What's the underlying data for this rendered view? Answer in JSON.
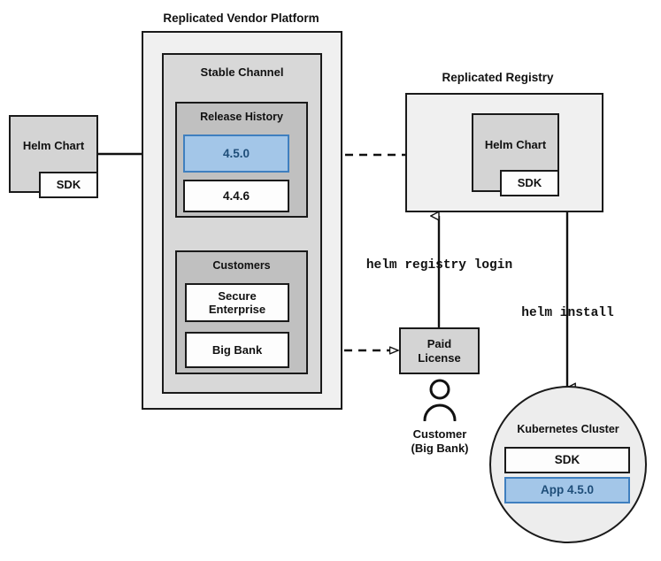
{
  "diagram": {
    "title_platform": "Replicated Vendor Platform",
    "title_registry": "Replicated Registry",
    "nodes": {
      "source_helm_chart": "Helm Chart",
      "source_sdk": "SDK",
      "stable_channel": "Stable Channel",
      "release_history": "Release History",
      "release_current": "4.5.0",
      "release_previous": "4.4.6",
      "customers": "Customers",
      "customer_secure_enterprise": "Secure\nEnterprise",
      "customer_big_bank": "Big Bank",
      "registry_helm_chart": "Helm Chart",
      "registry_sdk": "SDK",
      "paid_license": "Paid\nLicense",
      "customer_caption": "Customer\n(Big Bank)",
      "kubernetes_cluster": "Kubernetes Cluster",
      "cluster_sdk": "SDK",
      "cluster_app": "App 4.5.0"
    },
    "edge_labels": {
      "helm_registry_login": "helm registry login",
      "helm_install": "helm install"
    },
    "icons": {
      "customer": "person-icon"
    },
    "colors": {
      "accent_blue_fill": "#a3c6e8",
      "accent_blue_border": "#3f7fbf",
      "accent_blue_text": "#1f4e79",
      "panel_light": "#f0f0f0",
      "panel_mid": "#d8d8d8",
      "panel_dark": "#c0c0c0",
      "node_grey": "#d4d4d4",
      "stroke": "#1a1a1a"
    }
  }
}
